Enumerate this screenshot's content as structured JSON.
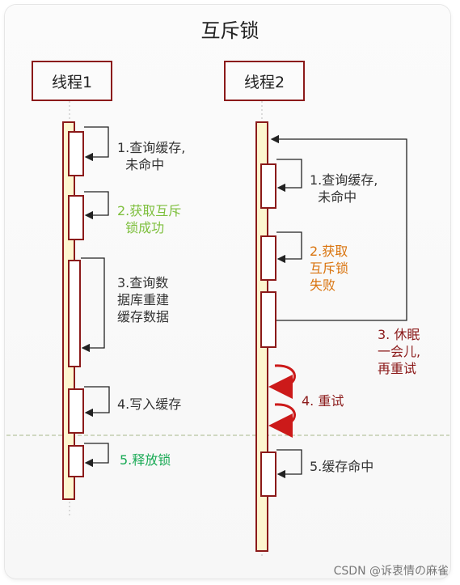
{
  "title": "互斥锁",
  "threads": {
    "t1": "线程1",
    "t2": "线程2"
  },
  "steps": {
    "t1_s1": "1.查询缓存,\n  未命中",
    "t1_s2": "2.获取互斥\n  锁成功",
    "t1_s3": "3.查询数\n据库重建\n缓存数据",
    "t1_s4": "4.写入缓存",
    "t1_s5": "5.释放锁",
    "t2_s1": "1.查询缓存,\n  未命中",
    "t2_s2": "2.获取\n互斥锁\n失败",
    "t2_s3": "3. 休眠\n一会儿,\n再重试",
    "t2_s4": "4. 重试",
    "t2_s5": "5.缓存命中"
  },
  "colors": {
    "border": "#8b1a1a",
    "lifeline_fill": "#fdf6cf",
    "success": "#7dbf3c",
    "fail": "#d9730d",
    "retry": "#8b1a1a",
    "release": "#1aaa55"
  },
  "watermark": "CSDN @诉衷情の麻雀"
}
